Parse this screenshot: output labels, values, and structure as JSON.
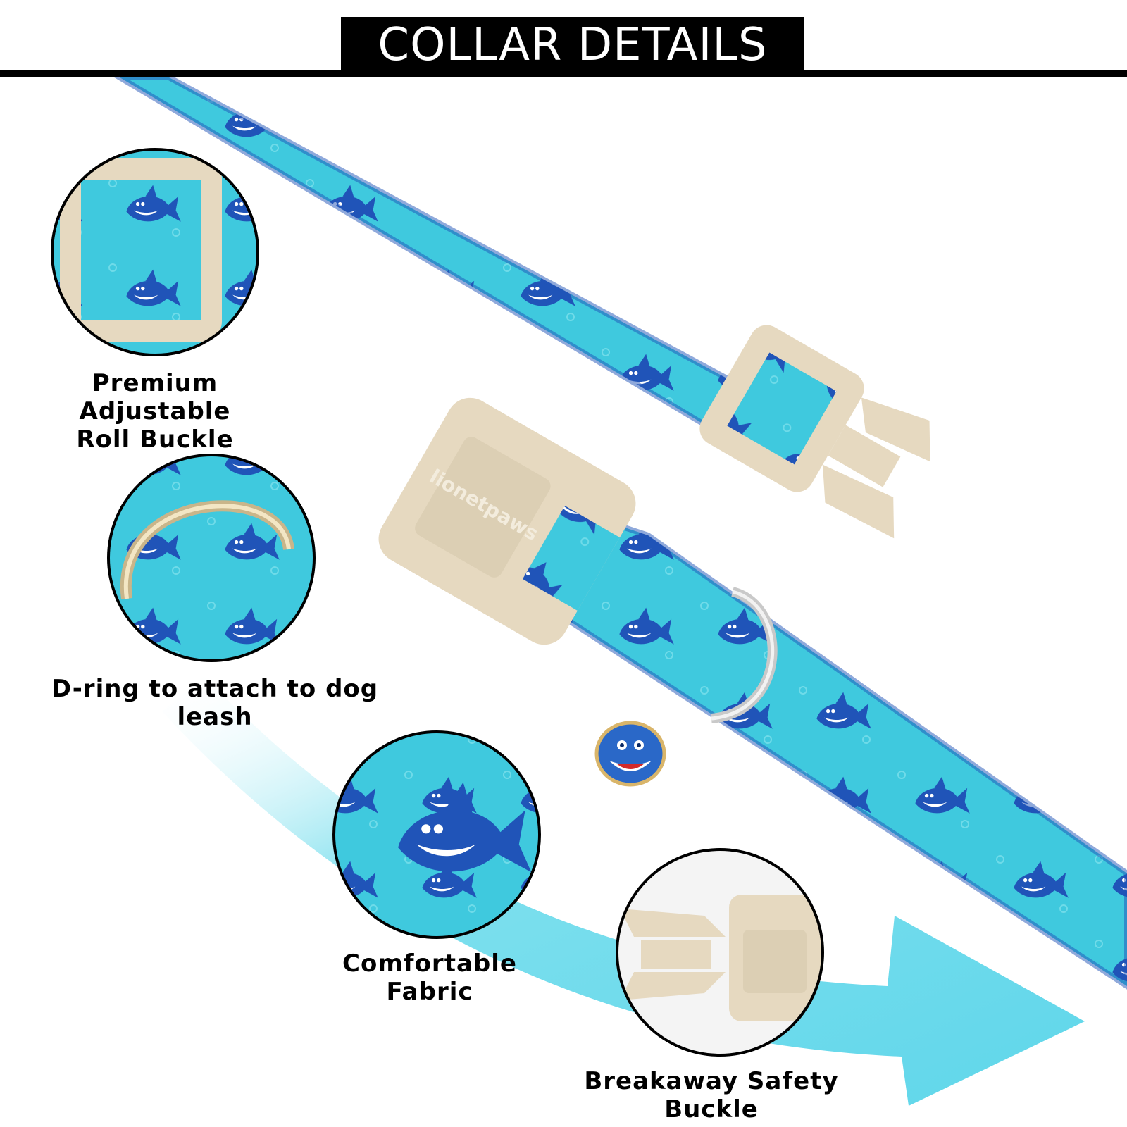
{
  "header": {
    "title": "COLLAR DETAILS"
  },
  "features": [
    {
      "label_line1": "Premium Adjustable",
      "label_line2": "Roll Buckle"
    },
    {
      "label": "D-ring to attach to dog leash"
    },
    {
      "label": "Comfortable Fabric"
    },
    {
      "label": "Breakaway Safety Buckle"
    }
  ],
  "brand": {
    "name": "lionetpaws"
  },
  "colors": {
    "fabric": "#39c7dc",
    "shark": "#2054b8",
    "buckle": "#e6d9c0",
    "arrow": "#66d9ea",
    "accent_black": "#000000"
  },
  "icons": [
    "shark-icon",
    "arrow-icon",
    "d-ring-icon",
    "shark-charm-icon"
  ]
}
